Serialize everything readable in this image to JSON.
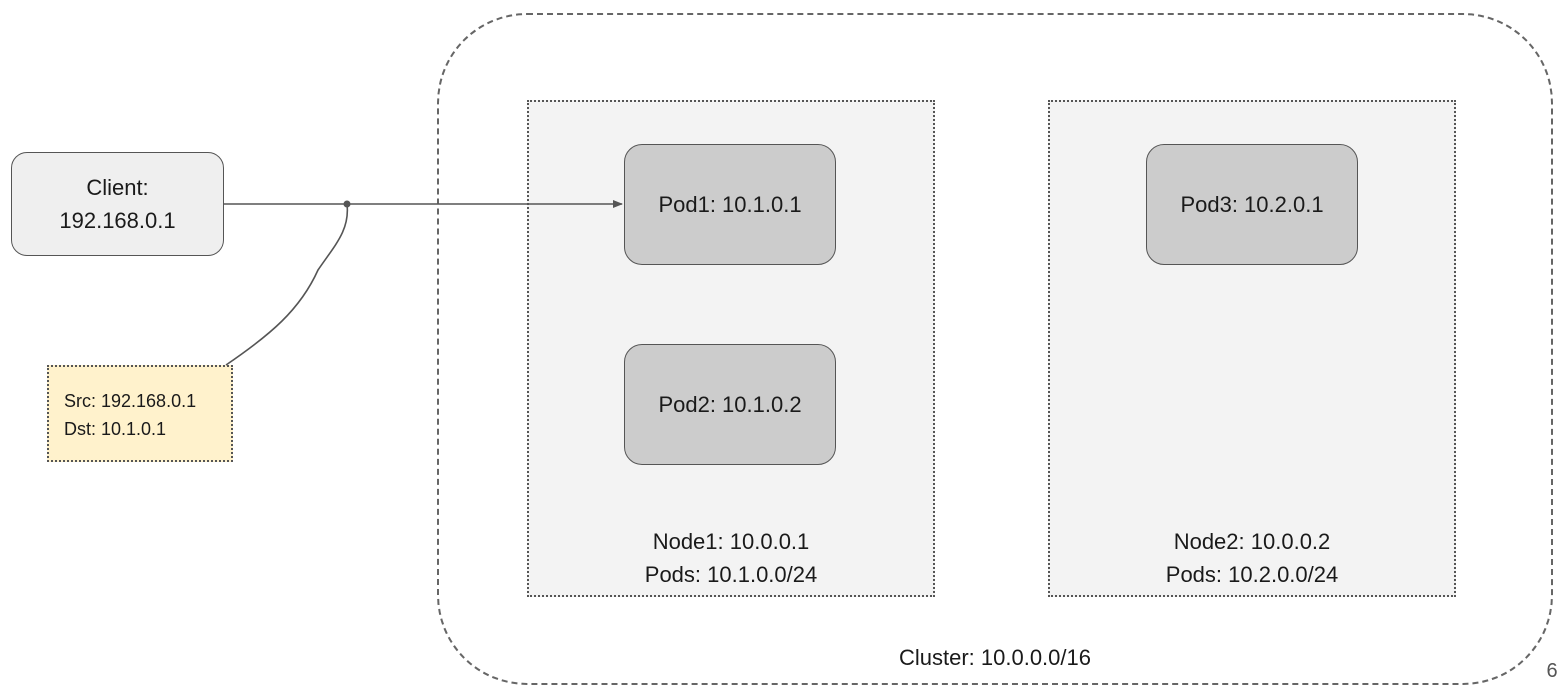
{
  "cluster": {
    "label": "Cluster: 10.0.0.0/16"
  },
  "nodes": [
    {
      "name": "Node1: 10.0.0.1",
      "pods": "Pods: 10.1.0.0/24"
    },
    {
      "name": "Node2: 10.0.0.2",
      "pods": "Pods: 10.2.0.0/24"
    }
  ],
  "pods": [
    {
      "label": "Pod1: 10.1.0.1"
    },
    {
      "label": "Pod2: 10.1.0.2"
    },
    {
      "label": "Pod3: 10.2.0.1"
    }
  ],
  "client": {
    "line1": "Client:",
    "line2": "192.168.0.1"
  },
  "packet": {
    "src": "Src: 192.168.0.1",
    "dst": "Dst: 10.1.0.1"
  },
  "slide_number": "6",
  "colors": {
    "node_fill": "#f3f3f3",
    "pod_fill": "#cccccc",
    "client_fill": "#efefef",
    "packet_fill": "#fff2cc",
    "stroke": "#555555"
  }
}
